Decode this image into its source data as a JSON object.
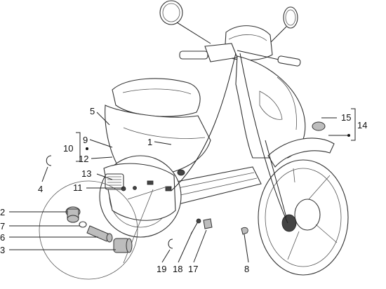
{
  "diagram": {
    "part_numbers": [
      "1",
      "2",
      "3",
      "4",
      "5",
      "6",
      "7",
      "8",
      "9",
      "10",
      "11",
      "12",
      "13",
      "14",
      "15",
      "17",
      "18",
      "19"
    ]
  }
}
